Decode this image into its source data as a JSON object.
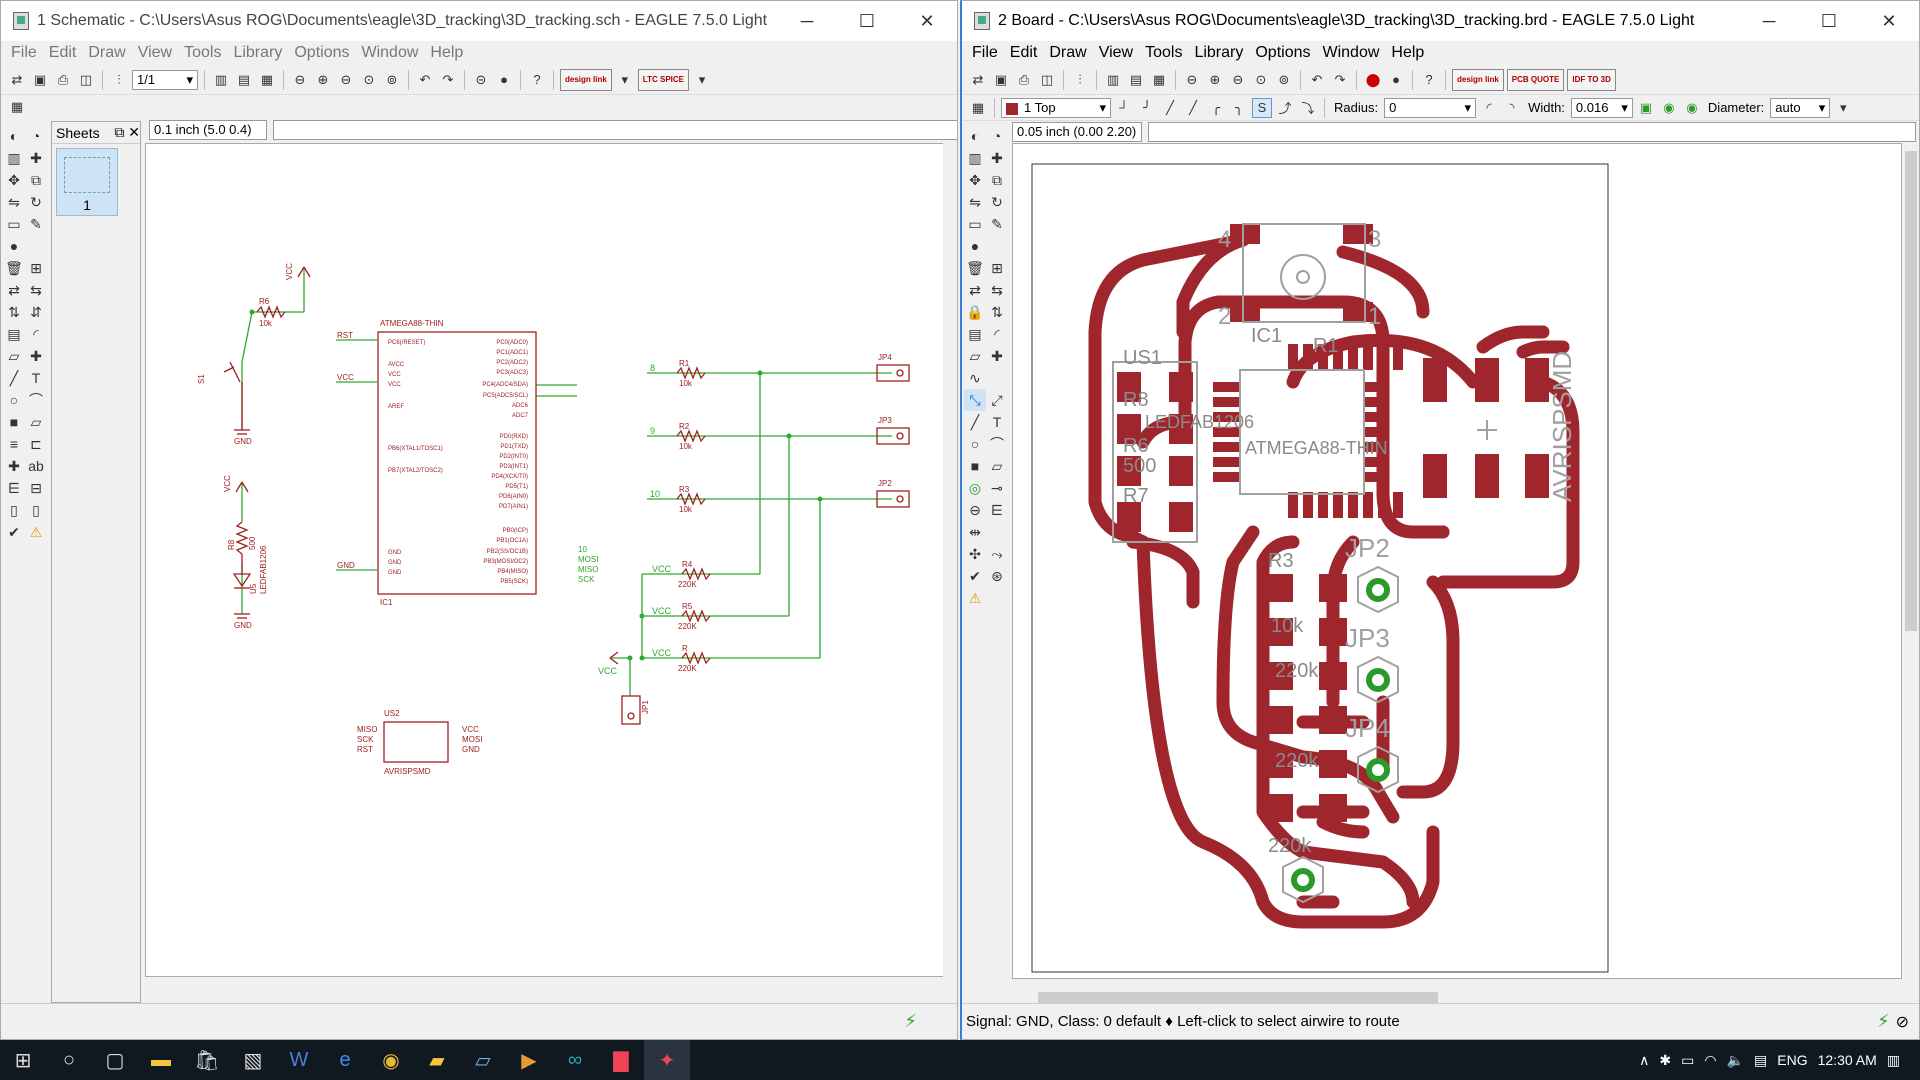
{
  "schematic": {
    "title": "1 Schematic - C:\\Users\\Asus ROG\\Documents\\eagle\\3D_tracking\\3D_tracking.sch - EAGLE 7.5.0 Light",
    "menu": [
      "File",
      "Edit",
      "Draw",
      "View",
      "Tools",
      "Library",
      "Options",
      "Window",
      "Help"
    ],
    "sheet_combo": "1/1",
    "badge_designlink": "design link",
    "badge_ltspice": "LTC SPICE",
    "coord": "0.1 inch (5.0 0.4)",
    "sheets_label": "Sheets",
    "sheet_number": "1",
    "labels": {
      "vcc": "VCC",
      "gnd": "GND",
      "r6": "R6",
      "r6v": "10k",
      "s1": "S1",
      "r8": "R8",
      "r8v": "500",
      "u5": "U5",
      "u5v": "LEDFAB1206",
      "ic_name": "ATMEGA88-THIN",
      "ic_ref": "IC1",
      "rst": "RST",
      "ic_left_pins": [
        "PC6(/RESET)",
        "AVCC",
        "VCC",
        "VCC",
        "AREF",
        "PB6(XTAL1/TOSC1)",
        "PB7(XTAL2/TOSC2)",
        "GND",
        "GND",
        "GND"
      ],
      "ic_right_pins_top": [
        "PC0(ADC0)",
        "PC1(ADC1)",
        "PC2(ADC2)",
        "PC3(ADC3)",
        "PC4(ADC4/SDA)",
        "PC5(ADC5/SCL)",
        "ADC6",
        "ADC7"
      ],
      "ic_right_pins_mid": [
        "PD0(RXD)",
        "PD1(TXD)",
        "PD2(INT0)",
        "PD3(INT1)",
        "PD4(XCK/T0)",
        "PD5(T1)",
        "PD6(AIN0)",
        "PD7(AIN1)"
      ],
      "ic_right_pins_bot": [
        "PB0(ICP)",
        "PB1(OC1A)",
        "PB2(SS/OC1B)",
        "PB3(MOSI/OC2)",
        "PB4(MISO)",
        "PB5(SCK)"
      ],
      "ic_right_net_labels": [
        "10",
        "MOSI",
        "MISO",
        "SCK"
      ],
      "r1": "R1",
      "r2": "R2",
      "r3": "R3",
      "r4": "R4",
      "r5": "R5",
      "r7": "R",
      "r10k": "10k",
      "r220k": "220K",
      "net8": "8",
      "net9": "9",
      "net10": "10",
      "jp4": "JP4",
      "jp3": "JP3",
      "jp2": "JP2",
      "jp1": "JP1",
      "us2": "US2",
      "us2v": "AVRISPSMD",
      "isp_left": [
        "MISO",
        "SCK",
        "RST"
      ],
      "isp_right": [
        "VCC",
        "MOSI",
        "GND"
      ]
    }
  },
  "board": {
    "title": "2 Board - C:\\Users\\Asus ROG\\Documents\\eagle\\3D_tracking\\3D_tracking.brd - EAGLE 7.5.0 Light",
    "menu": [
      "File",
      "Edit",
      "Draw",
      "View",
      "Tools",
      "Library",
      "Options",
      "Window",
      "Help"
    ],
    "badge_designlink": "design link",
    "badge_pcb": "PCB QUOTE",
    "badge_idf": "IDF TO 3D",
    "layer_combo": "1 Top",
    "radius_label": "Radius:",
    "radius_value": "0",
    "width_label": "Width:",
    "width_value": "0.016",
    "diameter_label": "Diameter:",
    "diameter_value": "auto",
    "coord": "0.05 inch (0.00 2.20)",
    "status": "Signal: GND, Class: 0 default  ♦ Left-click to select airwire to route",
    "labels": {
      "us1": "US1",
      "ic1": "IC1",
      "atmega": "ATMEGA88-THIN",
      "led": "LEDFAB1206",
      "avrisp": "AVRISPSMD",
      "jp2": "JP2",
      "jp3": "JP3",
      "jp4": "JP4",
      "r3": "R3",
      "r10k": "10k",
      "r220k": "220k",
      "r500": "500",
      "r8": "R8",
      "r6": "R6",
      "r7": "R7",
      "pin4": "4",
      "pin3": "3",
      "pin2": "2",
      "pin1": "1",
      "r1": "R1"
    }
  },
  "taskbar": {
    "lang": "ENG",
    "time": "12:30 AM"
  },
  "colors": {
    "schematic_wire": "#2ea82e",
    "schematic_part": "#a02020",
    "copper": "#a0262e",
    "pad_green": "#2a9a2a",
    "silk": "#a0a0a0"
  }
}
